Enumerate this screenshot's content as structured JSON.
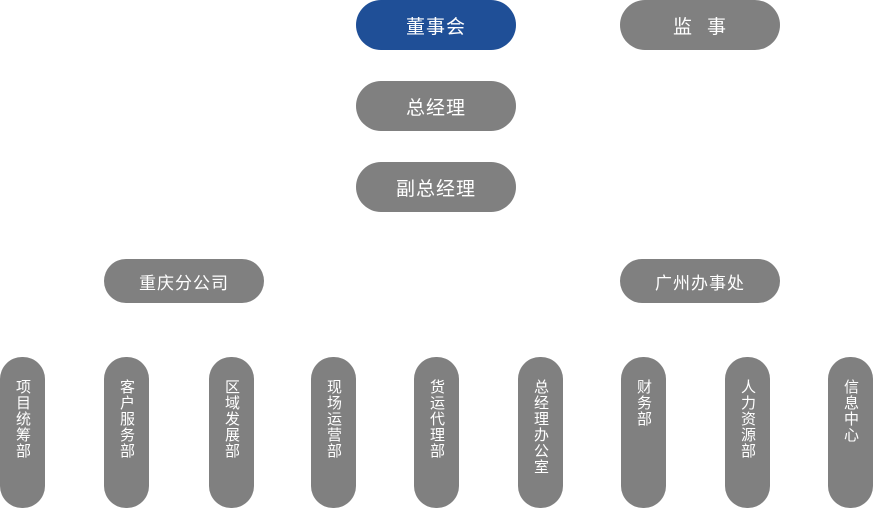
{
  "colors": {
    "primary": "#1f4f97",
    "node": "#808080",
    "text": "#ffffff"
  },
  "board": {
    "label": "董事会"
  },
  "supervisor": {
    "label": "监  事"
  },
  "general_manager": {
    "label": "总经理"
  },
  "deputy_general_manager": {
    "label": "副总经理"
  },
  "branches": {
    "chongqing": {
      "label": "重庆分公司"
    },
    "guangzhou": {
      "label": "广州办事处"
    }
  },
  "departments": [
    {
      "label": "项目统筹部"
    },
    {
      "label": "客户服务部"
    },
    {
      "label": "区域发展部"
    },
    {
      "label": "现场运营部"
    },
    {
      "label": "货运代理部"
    },
    {
      "label": "总经理办公室"
    },
    {
      "label": "财务部"
    },
    {
      "label": "人力资源部"
    },
    {
      "label": "信息中心"
    }
  ]
}
